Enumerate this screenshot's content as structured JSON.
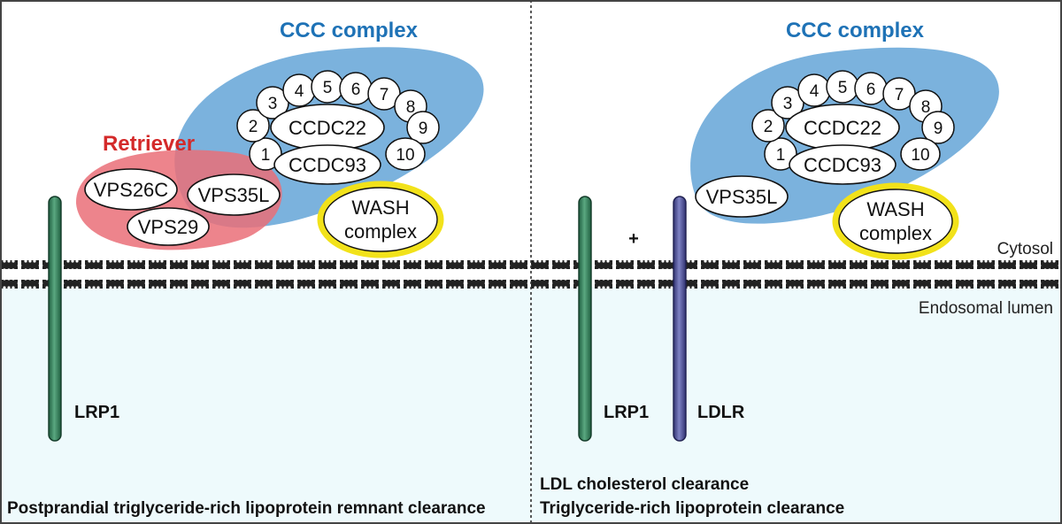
{
  "colors": {
    "lumen": "#eefafc",
    "ccc": "#74aedb",
    "ccc_title": "#1e72b6",
    "retriever": "#ea6e78",
    "retriever_title": "#d42a2a",
    "wash_ring": "#f2e21a",
    "lrp1": "#2e7d58",
    "ldlr": "#4a4ea0"
  },
  "left_panel": {
    "ccc_title": "CCC complex",
    "retriever_title": "Retriever",
    "ccc_numbers": [
      "1",
      "2",
      "3",
      "4",
      "5",
      "6",
      "7",
      "8",
      "9",
      "10"
    ],
    "ccdc22": "CCDC22",
    "ccdc93": "CCDC93",
    "vps26c": "VPS26C",
    "vps29": "VPS29",
    "vps35l": "VPS35L",
    "wash_line1": "WASH",
    "wash_line2": "complex",
    "receptor_lrp1": "LRP1",
    "caption": "Postprandial triglyceride-rich lipoprotein remnant clearance"
  },
  "right_panel": {
    "ccc_title": "CCC complex",
    "ccc_numbers": [
      "1",
      "2",
      "3",
      "4",
      "5",
      "6",
      "7",
      "8",
      "9",
      "10"
    ],
    "ccdc22": "CCDC22",
    "ccdc93": "CCDC93",
    "vps35l": "VPS35L",
    "wash_line1": "WASH",
    "wash_line2": "complex",
    "plus": "+",
    "receptor_lrp1": "LRP1",
    "receptor_ldlr": "LDLR",
    "cytosol": "Cytosol",
    "lumen": "Endosomal lumen",
    "caption_line1": "LDL cholesterol clearance",
    "caption_line2": "Triglyceride-rich lipoprotein clearance"
  }
}
